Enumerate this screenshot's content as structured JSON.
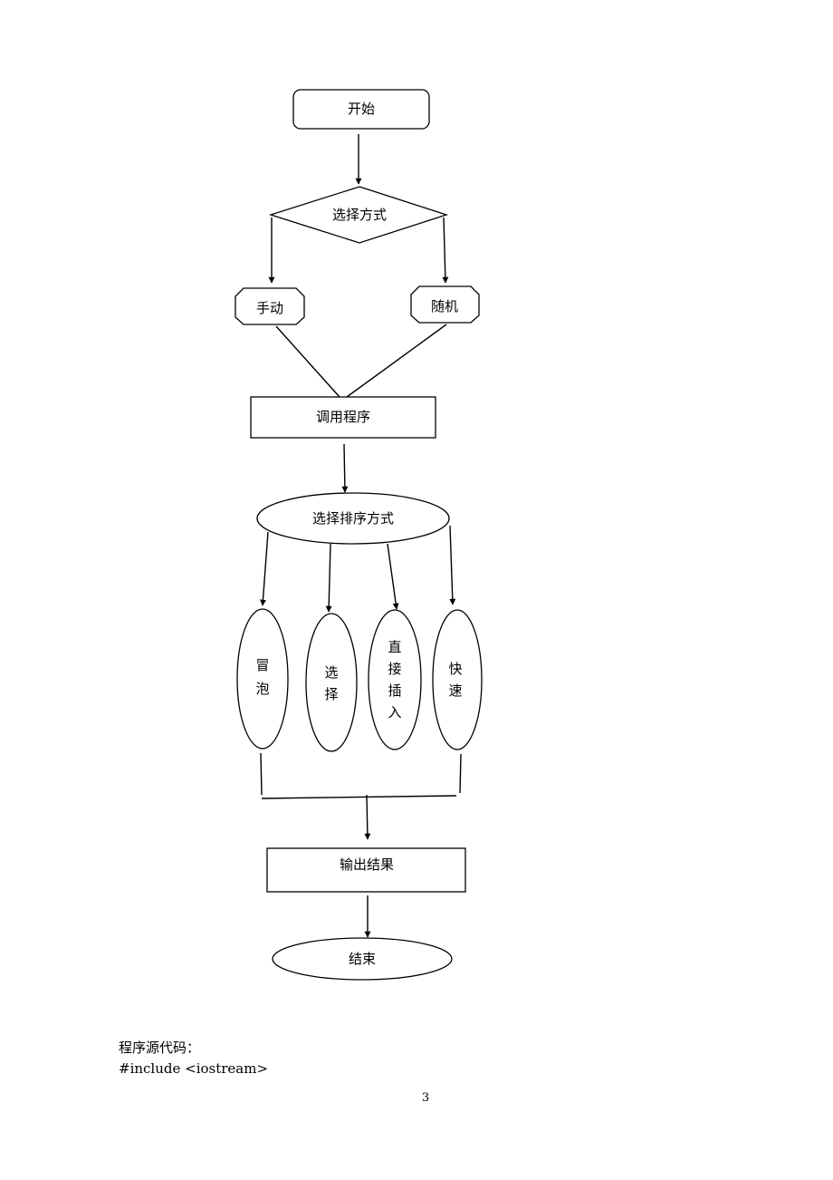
{
  "flowchart": {
    "start": "开始",
    "choose_mode": "选择方式",
    "manual": "手动",
    "random": "随机",
    "call_program": "调用程序",
    "choose_sort": "选择排序方式",
    "sort_methods": [
      {
        "lines": [
          "冒",
          "泡"
        ]
      },
      {
        "lines": [
          "选",
          "择"
        ]
      },
      {
        "lines": [
          "直",
          "接",
          "插",
          "入"
        ]
      },
      {
        "lines": [
          "快",
          "速"
        ]
      }
    ],
    "output": "输出结果",
    "end": "结束"
  },
  "text": {
    "source_label": "程序源代码：",
    "code_line1": "#include <iostream>"
  },
  "page_number": "3"
}
